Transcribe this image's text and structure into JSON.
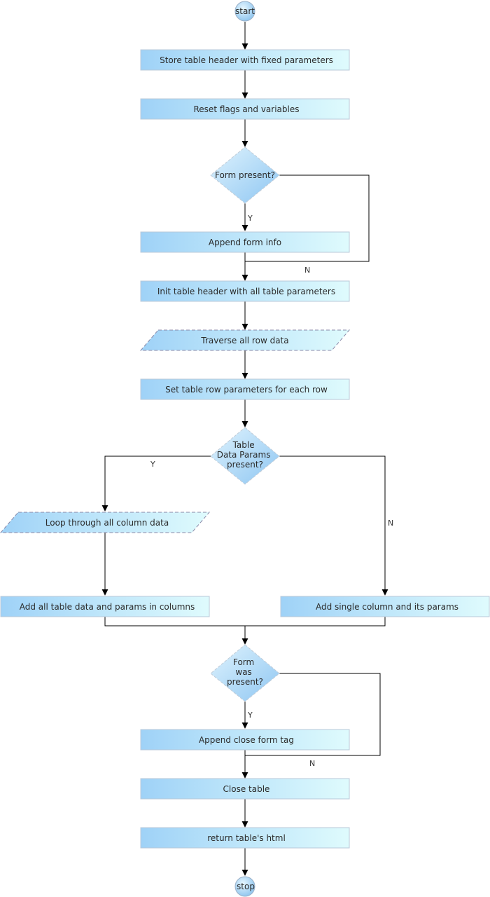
{
  "nodes": {
    "start": "start",
    "store_header": "Store table header with fixed parameters",
    "reset_flags": "Reset flags and variables",
    "form_present": [
      "Form present?"
    ],
    "append_form_info": "Append form info",
    "init_header": "Init table header with all table parameters",
    "traverse_rows": "Traverse all row data",
    "set_row_params": "Set table row parameters for each row",
    "table_data_params": [
      "Table",
      "Data Params",
      "present?"
    ],
    "loop_columns": "Loop through all column data",
    "add_all_data": "Add all table data and params in columns",
    "add_single_column": "Add single column and its params",
    "form_was_present": [
      "Form",
      "was",
      "present?"
    ],
    "append_close_form": "Append close form tag",
    "close_table": "Close table",
    "return_html": "return table's html",
    "stop": "stop"
  },
  "edge_labels": {
    "form_present_yes": "Y",
    "form_present_no": "N",
    "table_params_yes": "Y",
    "table_params_no": "N",
    "form_was_present_yes": "Y",
    "form_was_present_no": "N"
  },
  "colors": {
    "box_gradient_left": "#9fd2f7",
    "box_gradient_right": "#dffbfd",
    "line": "#000000",
    "text": "#2b2b2b"
  }
}
